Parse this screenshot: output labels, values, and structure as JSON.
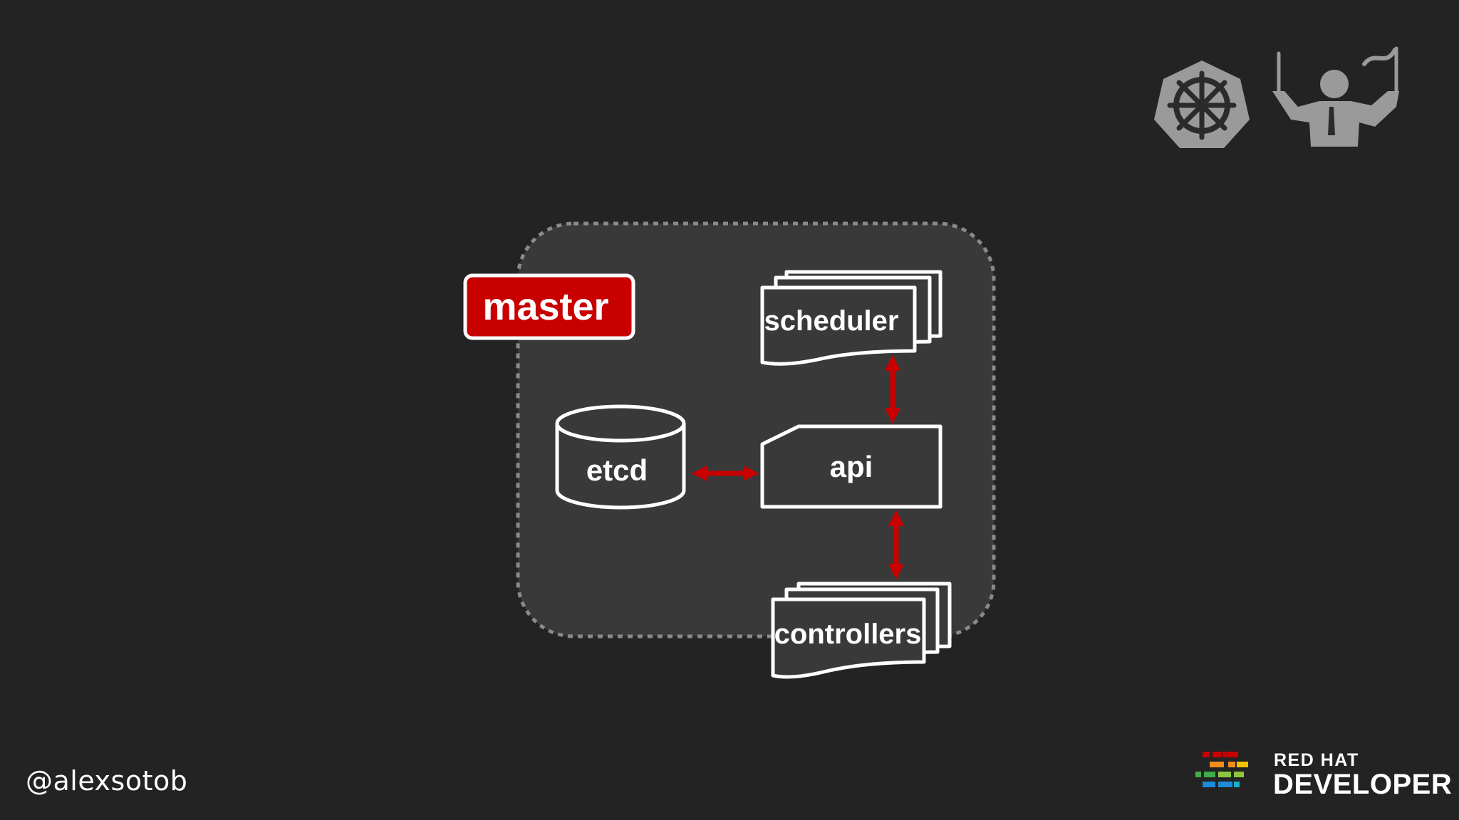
{
  "diagram": {
    "badge_label": "master",
    "nodes": {
      "scheduler": "scheduler",
      "etcd": "etcd",
      "api": "api",
      "controllers": "controllers"
    }
  },
  "footer": {
    "handle": "@alexsotob",
    "logo_top": "RED HAT",
    "logo_bottom": "DEVELOPER"
  },
  "icons": [
    "kubernetes-helm-icon",
    "conductor-icon",
    "red-hat-developer-logo"
  ],
  "colors": {
    "background": "#232323",
    "panel": "#393939",
    "accent_red": "#c80000",
    "line_white": "#ffffff",
    "icon_gray": "#9a9a9a"
  }
}
